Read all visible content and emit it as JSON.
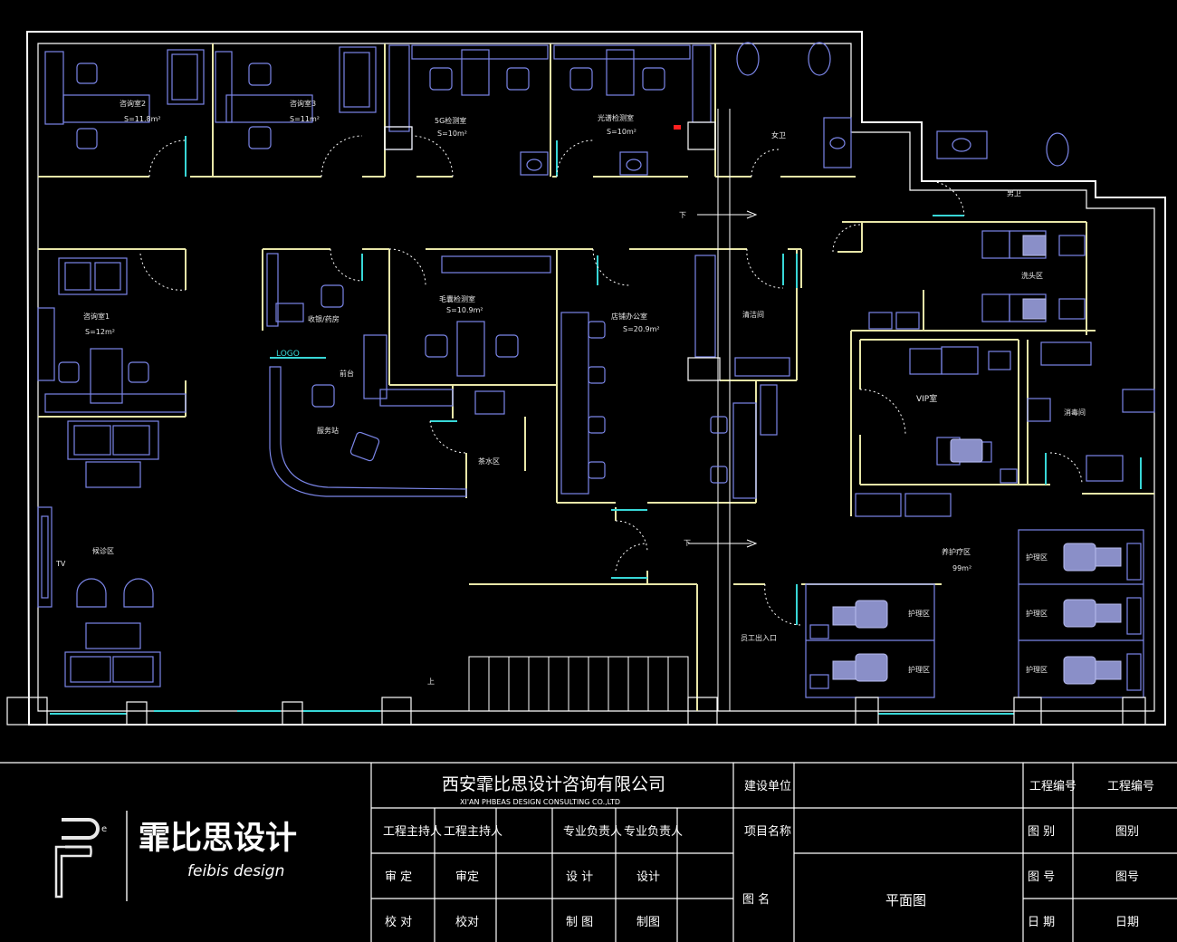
{
  "rooms": {
    "consult2": {
      "name": "咨询室2",
      "area": "S=11.8m²"
    },
    "consult3": {
      "name": "咨询室3",
      "area": "S=11m²"
    },
    "fiveg": {
      "name": "5G检测室",
      "area": "S=10m²"
    },
    "ultra": {
      "name": "光谱检测室",
      "area": "S=10m²"
    },
    "restroom_f": {
      "name": "女卫"
    },
    "restroom_m": {
      "name": "男卫"
    },
    "consult1": {
      "name": "咨询室1",
      "area": "S=12m²"
    },
    "pharmacy": {
      "name": "收银/药房"
    },
    "logo": {
      "name": "LOGO"
    },
    "front": {
      "name": "前台"
    },
    "service": {
      "name": "服务站"
    },
    "skin": {
      "name": "毛囊检测室",
      "area": "S=10.9m²"
    },
    "office": {
      "name": "店铺办公室",
      "area": "S=20.9m²"
    },
    "laundry": {
      "name": "清洁间"
    },
    "wash": {
      "name": "洗头区"
    },
    "vip": {
      "name": "VIP室"
    },
    "disinfect": {
      "name": "消毒间"
    },
    "water": {
      "name": "茶水区"
    },
    "waiting": {
      "name": "候诊区"
    },
    "tv": {
      "name": "TV"
    },
    "treatment": {
      "name": "养护疗区",
      "area": "99m²"
    },
    "staff_entry": {
      "name": "员工出入口"
    },
    "care": {
      "name": "护理区"
    },
    "stair_down": {
      "name": "下"
    },
    "stair_up": {
      "name": "上"
    }
  },
  "titleblock": {
    "brand_cn": "霏比思设计",
    "brand_en": "feibis design",
    "company_cn": "西安霏比思设计咨询有限公司",
    "company_en": "XI'AN  PHBEAS  DESIGN  CONSULTING  CO.,LTD",
    "build_unit": "建设单位",
    "project_no_h": "工程编号",
    "project_no_v": "工程编号",
    "host1": "工程主持人",
    "host2": "工程主持人",
    "lead1": "专业负责人",
    "lead2": "专业负责人",
    "project_name": "项目名称",
    "sheet_h": "图 别",
    "sheet_v": "图别",
    "review_h": "审 定",
    "review_v": "审定",
    "design_h": "设 计",
    "design_v": "设计",
    "drawing_name_h": "图 名",
    "drawing_name_v": "平面图",
    "no_h": "图 号",
    "no_v": "图号",
    "check_h": "校 对",
    "check_v": "校对",
    "draft_h": "制 图",
    "draft_v": "制图",
    "date_h": "日 期",
    "date_v": "日期"
  }
}
